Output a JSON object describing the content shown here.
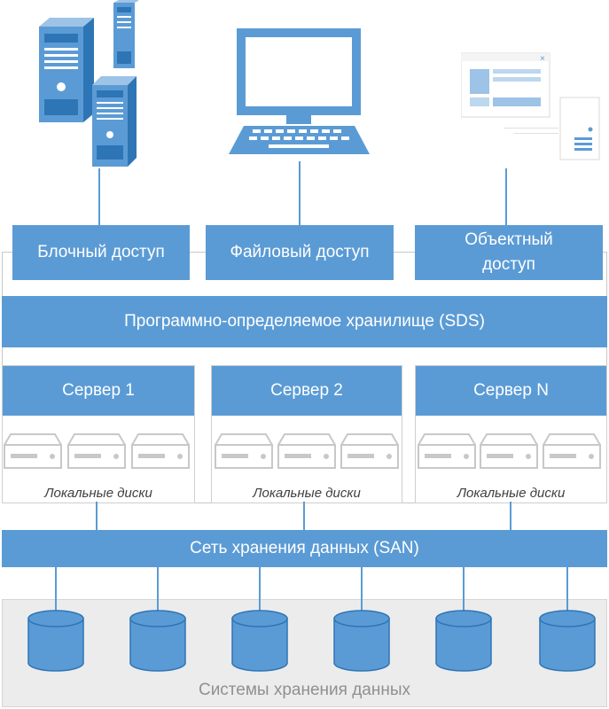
{
  "access": {
    "block": "Блочный доступ",
    "file": "Файловый доступ",
    "object_line1": "Объектный",
    "object_line2": "доступ"
  },
  "sds": "Программно-определяемое хранилище (SDS)",
  "servers": [
    {
      "name": "Сервер 1",
      "disks_label": "Локальные диски"
    },
    {
      "name": "Сервер 2",
      "disks_label": "Локальные диски"
    },
    {
      "name": "Сервер N",
      "disks_label": "Локальные диски"
    }
  ],
  "san": "Сеть хранения данных (SAN)",
  "storage_label": "Системы хранения данных",
  "colors": {
    "accent": "#5b9bd5",
    "drive_outline": "#c8c8c8",
    "storage_bg": "#ececec"
  }
}
